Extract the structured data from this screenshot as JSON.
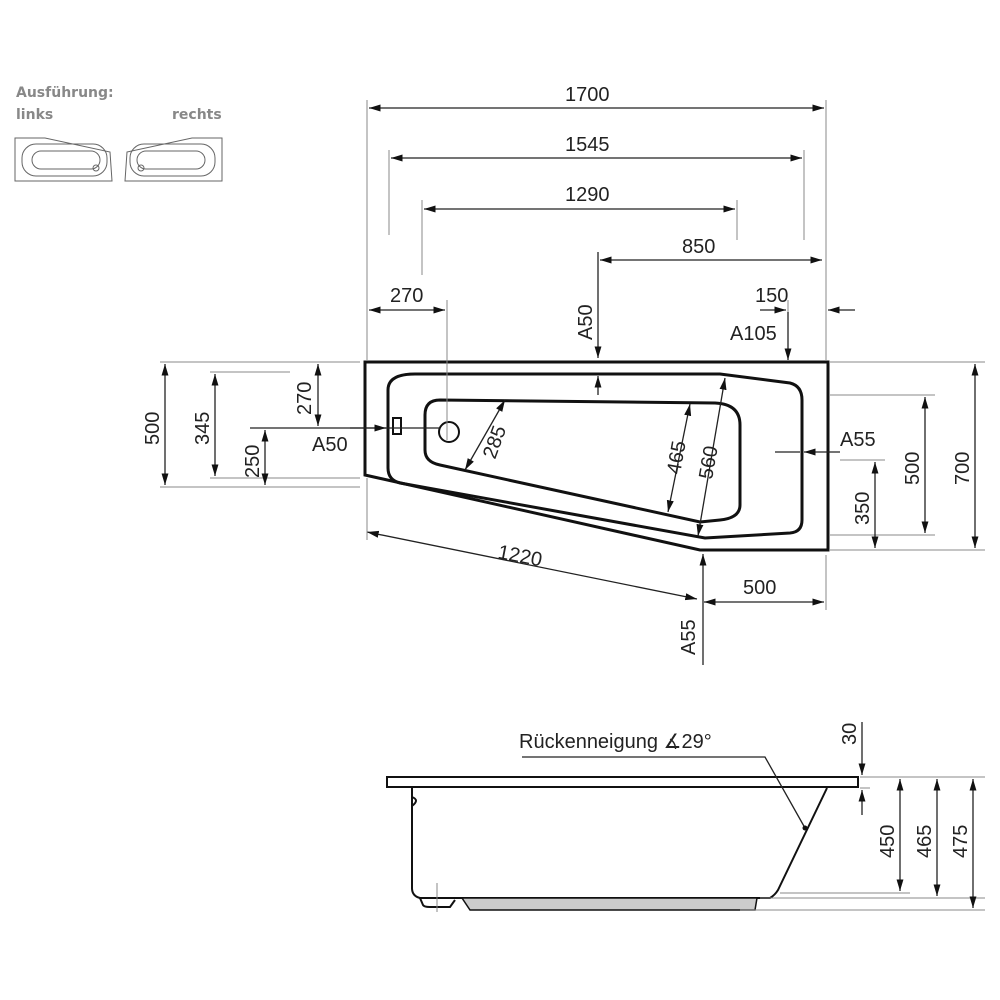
{
  "legend": {
    "title": "Ausführung:",
    "left": "links",
    "right": "rechts"
  },
  "top_view": {
    "dims": {
      "overall_length": "1700",
      "length_1545": "1545",
      "length_1290": "1290",
      "length_850": "850",
      "drain_offset": "270",
      "offset_150": "150",
      "a105": "A105",
      "a50_top": "A50",
      "left_500": "500",
      "left_345": "345",
      "left_270": "270",
      "left_250": "250",
      "a50_left": "A50",
      "basin_285": "285",
      "basin_465": "465",
      "basin_560": "560",
      "a55_right": "A55",
      "right_500": "500",
      "right_700": "700",
      "right_350": "350",
      "diag_1220": "1220",
      "bottom_500": "500",
      "a55_bottom": "A55"
    }
  },
  "side_view": {
    "label": "Rückenneigung ∡29°",
    "dims": {
      "rim": "30",
      "h450": "450",
      "h465": "465",
      "h475": "475"
    }
  }
}
